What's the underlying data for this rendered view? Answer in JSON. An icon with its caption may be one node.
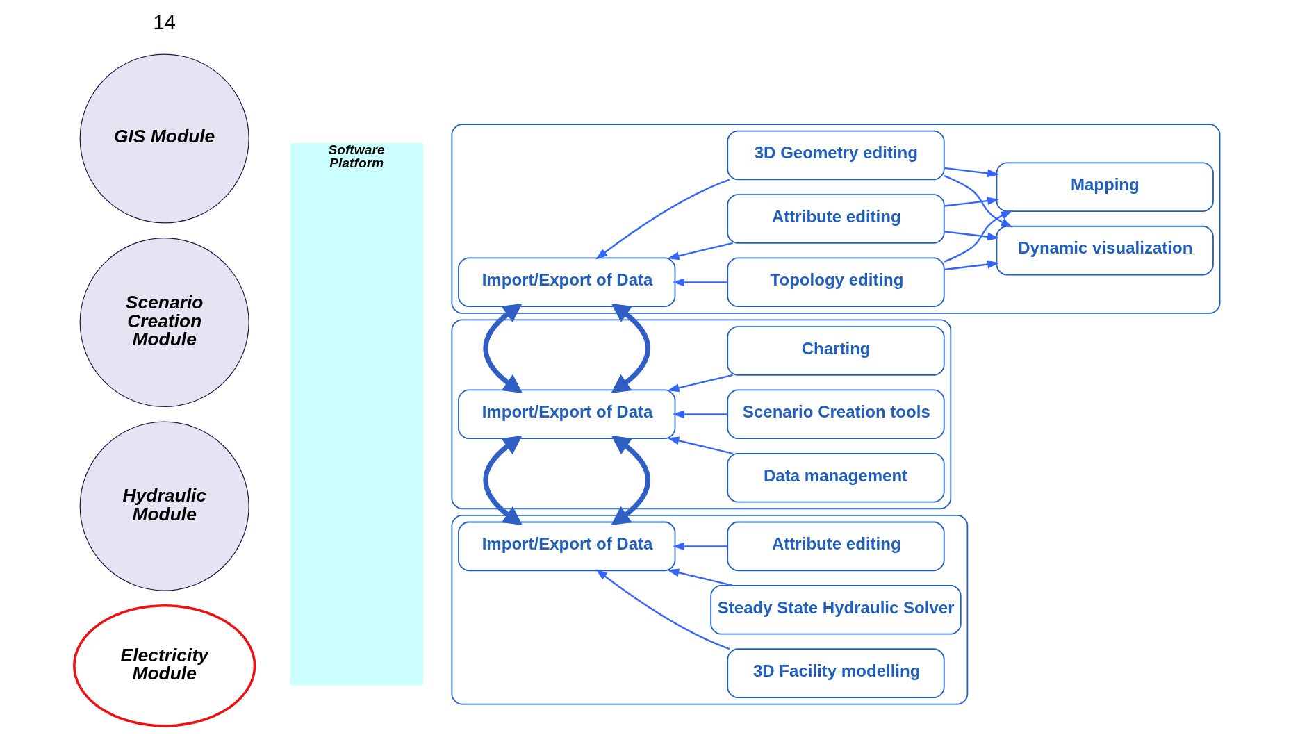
{
  "diagram": {
    "nodes": [
      {
        "text": [
          "GIS Module"
        ]
      },
      {
        "text": [
          "Scenario Creation Module"
        ]
      },
      {
        "text": [
          "Hydraulic Module"
        ]
      },
      {
        "text": [
          "Electricity Module"
        ]
      },
      {
        "text": [
          "Software Platform"
        ]
      },
      {
        "text": [],
        "shape": "box"
      },
      {
        "text": [
          "Import/Export of Data"
        ],
        "in": 5
      },
      {
        "text": [
          "3D Geometry editing"
        ],
        "in": 5
      },
      {
        "text": [
          "Topology editing"
        ],
        "in": 5
      },
      {
        "text": [
          "Attribute editing"
        ],
        "in": 5
      },
      {
        "text": [
          "Dynamic visualization"
        ],
        "in": 5
      },
      {
        "text": [
          "Mapping"
        ],
        "in": 5
      },
      {
        "text": [],
        "shape": "box"
      },
      {
        "text": [
          "Import/Export of Data"
        ],
        "in": 12
      },
      {
        "text": [
          "Data management"
        ],
        "in": 12
      },
      {
        "text": [
          "Scenario Creation tools"
        ],
        "in": 12
      },
      {
        "text": [
          "Charting"
        ],
        "in": 12
      },
      {
        "text": [],
        "shape": "box"
      },
      {
        "text": [
          "Import/Export of Data"
        ],
        "in": 17
      },
      {
        "text": [
          "3D Facility modelling"
        ],
        "in": 17
      },
      {
        "text": [
          "Steady State Hydraulic Solver"
        ],
        "in": 17
      },
      {
        "text": [
          "Attribute editing"
        ],
        "in": 17
      }
    ],
    "edges": [
      {
        "from": 7,
        "to": 6,
        "arrow": "to"
      },
      {
        "from": 8,
        "to": 6,
        "arrow": "to"
      },
      {
        "from": 9,
        "to": 6,
        "arrow": "to"
      },
      {
        "from": 7,
        "to": 10,
        "arrow": "to"
      },
      {
        "from": 7,
        "to": 11,
        "arrow": "to"
      },
      {
        "from": 8,
        "to": 10,
        "arrow": "to"
      },
      {
        "from": 8,
        "to": 11,
        "arrow": "to"
      },
      {
        "from": 9,
        "to": 10,
        "arrow": "to"
      },
      {
        "from": 9,
        "to": 11,
        "arrow": "to"
      },
      {
        "from": 14,
        "to": 13,
        "arrow": "to"
      },
      {
        "from": 15,
        "to": 13,
        "arrow": "to"
      },
      {
        "from": 16,
        "to": 13,
        "arrow": "to"
      },
      {
        "from": 19,
        "to": 18,
        "arrow": "to"
      },
      {
        "from": 20,
        "to": 18,
        "arrow": "to"
      },
      {
        "from": 21,
        "to": 18,
        "arrow": "to"
      },
      {
        "from": 6,
        "to": 13,
        "arrow": "both",
        "style": "thick",
        "color": "#2f5fc4"
      },
      {
        "from": 13,
        "to": 18,
        "arrow": "both",
        "style": "thick",
        "color": "#2f5fc4"
      }
    ],
    "labels": [
      "14"
    ]
  }
}
